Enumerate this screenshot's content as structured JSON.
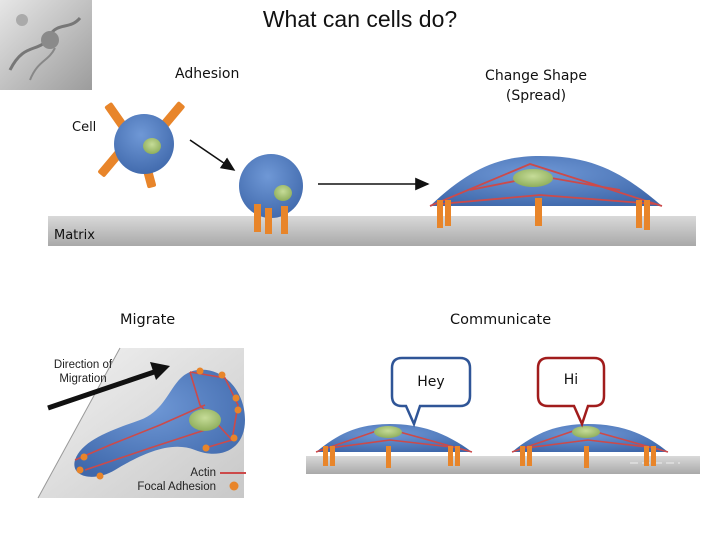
{
  "title": "What can cells do?",
  "labels": {
    "adhesion": "Adhesion",
    "change_shape_line1": "Change Shape",
    "change_shape_line2": "(Spread)",
    "cell": "Cell",
    "matrix": "Matrix",
    "migrate": "Migrate",
    "communicate": "Communicate",
    "direction_line1": "Direction of",
    "direction_line2": "Migration",
    "legend_actin": "Actin",
    "legend_focal": "Focal Adhesion"
  },
  "speech": {
    "left": "Hey",
    "right": "Hi"
  },
  "colors": {
    "cell_blue": "#4a78be",
    "nucleus": "#9fbf6b",
    "integrin_orange": "#e8852a",
    "actin_red": "#cc4a4a",
    "matrix_gray": "#bdbdbd",
    "bubble_left_border": "#2f5597",
    "bubble_right_border": "#a11c1c"
  }
}
